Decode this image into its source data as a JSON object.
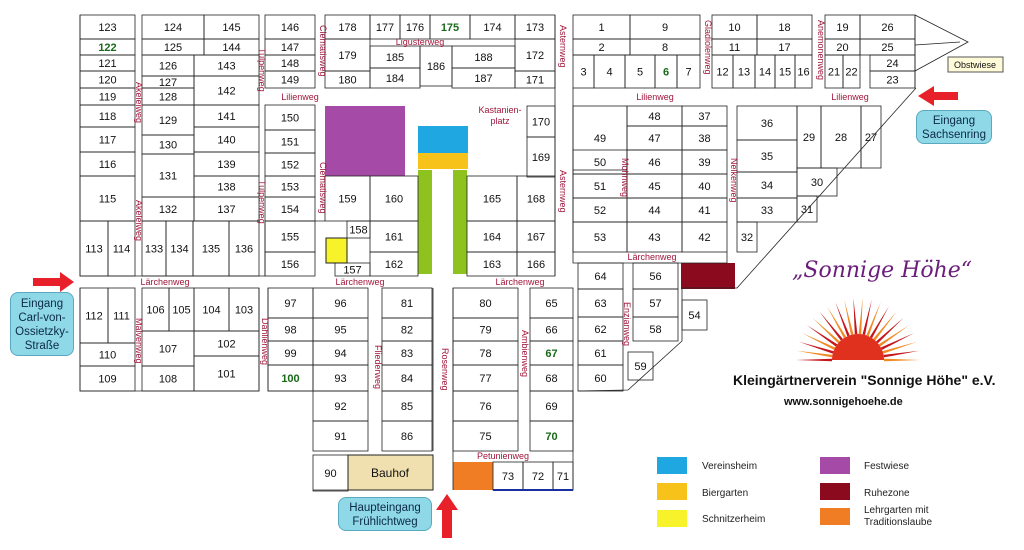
{
  "plots": {
    "row_a": [
      "123",
      "122",
      "121",
      "120",
      "119",
      "118",
      "117",
      "116",
      "115",
      "113",
      "114"
    ],
    "row_b": [
      "124",
      "145",
      "125",
      "144",
      "126",
      "143",
      "127",
      "128",
      "142",
      "129",
      "141",
      "130",
      "140",
      "131",
      "139",
      "138",
      "132",
      "137",
      "133",
      "134",
      "135",
      "136"
    ],
    "row_c": [
      "146",
      "147",
      "148",
      "149",
      "150",
      "151",
      "152",
      "153",
      "154",
      "155",
      "156"
    ],
    "row_d": [
      "178",
      "177",
      "176",
      "175",
      "174",
      "173",
      "179",
      "185",
      "186",
      "188",
      "172",
      "180",
      "184",
      "187",
      "171"
    ],
    "row_e": [
      "170",
      "169",
      "159",
      "160",
      "165",
      "168",
      "158",
      "161",
      "164",
      "167",
      "157",
      "162",
      "163",
      "166"
    ],
    "row_f": [
      "1",
      "9",
      "10",
      "18",
      "19",
      "26",
      "2",
      "8",
      "11",
      "17",
      "20",
      "25",
      "24",
      "23",
      "3",
      "4",
      "5",
      "6",
      "7",
      "12",
      "13",
      "14",
      "15",
      "16",
      "21",
      "22"
    ],
    "row_g": [
      "48",
      "37",
      "49",
      "47",
      "38",
      "50",
      "46",
      "39",
      "51",
      "45",
      "40",
      "52",
      "44",
      "41",
      "53",
      "43",
      "42"
    ],
    "row_h": [
      "36",
      "29",
      "28",
      "27",
      "35",
      "34",
      "30",
      "33",
      "31",
      "32"
    ],
    "row_i": [
      "112",
      "111",
      "110",
      "109",
      "106",
      "105",
      "104",
      "103",
      "107",
      "102",
      "108",
      "101",
      "97",
      "96",
      "98",
      "95",
      "99",
      "94",
      "100",
      "93",
      "92",
      "91",
      "90"
    ],
    "row_j": [
      "81",
      "82",
      "83",
      "84",
      "85",
      "86",
      "80",
      "79",
      "78",
      "77",
      "76",
      "75",
      "65",
      "66",
      "67",
      "68",
      "69",
      "70"
    ],
    "row_k": [
      "64",
      "63",
      "62",
      "61",
      "60",
      "56",
      "57",
      "58",
      "54",
      "59",
      "73",
      "72",
      "71"
    ],
    "green_plots": [
      "122",
      "175",
      "6",
      "100",
      "67",
      "70"
    ]
  },
  "streets": {
    "akeleiweg": "Akeleiweg",
    "tulpenweg": "Tulpenweg",
    "clematisweg": "Clematisweg",
    "ligusterweg": "Ligusterweg",
    "asternweg": "Asternweg",
    "gladiolenweg": "Gladiolenweg",
    "anemonenweg": "Anemonenweg",
    "lilienweg": "Lilienweg",
    "mohnweg": "Mohnweg",
    "nelkenweg": "Nelkenweg",
    "laerchenweg": "Lärchenweg",
    "malvenweg": "Malvenweg",
    "dahlienweg": "Dahlienweg",
    "fliederweg": "Fliederweg",
    "rosenweg": "Rosenweg",
    "ambienweg": "Ambienweg",
    "enzianweg": "Enzianweg",
    "petunienweg": "Petunienweg",
    "kastanienplatz_1": "Kastanien-",
    "kastanienplatz_2": "platz"
  },
  "places": {
    "obstwiese": "Obstwiese",
    "bauhof": "Bauhof"
  },
  "entrances": {
    "sachsenring_1": "Eingang",
    "sachsenring_2": "Sachsenring",
    "carl_1": "Eingang",
    "carl_2": "Carl-von-",
    "carl_3": "Ossietzky-",
    "carl_4": "Straße",
    "main_1": "Haupteingang",
    "main_2": "Frühlichtweg"
  },
  "legend": [
    {
      "label": "Vereinsheim",
      "color": "#1ea7e1"
    },
    {
      "label": "Biergarten",
      "color": "#f7c31b"
    },
    {
      "label": "Schnitzerheim",
      "color": "#f7f22a"
    },
    {
      "label": "Festwiese",
      "color": "#a54aa6"
    },
    {
      "label": "Ruhezone",
      "color": "#8b0a1e"
    },
    {
      "label": "Lehrgarten mit Traditionslaube",
      "color": "#f07c24"
    }
  ],
  "logo": {
    "text": "„Sonnige Höhe“"
  },
  "club": {
    "name": "Kleingärtnerverein \"Sonnige Höhe\" e.V.",
    "url": "www.sonnigehoehe.de"
  },
  "colors": {
    "street_label": "#a0163a",
    "plot_green": "#1a6a1a",
    "arrow": "#e8202a",
    "path_green": "#8dc21f"
  }
}
